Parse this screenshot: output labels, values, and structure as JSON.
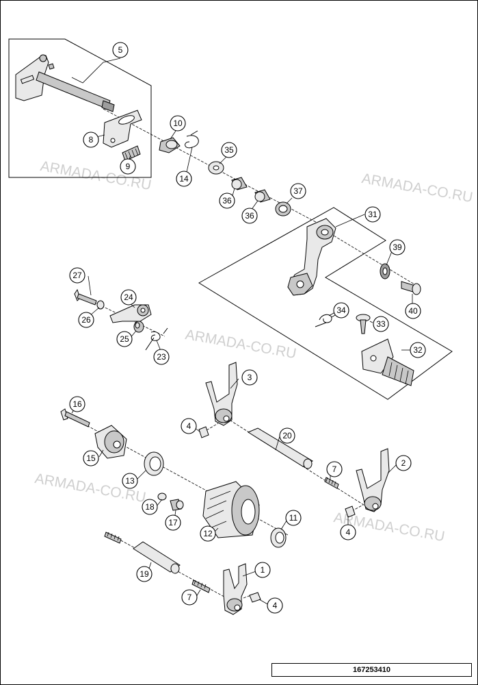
{
  "diagram": {
    "watermark": "ARMADA-CO.RU",
    "document_number": "167253410",
    "callouts": {
      "c1": "1",
      "c2": "2",
      "c3": "3",
      "c4a": "4",
      "c4b": "4",
      "c4c": "4",
      "c5": "5",
      "c7a": "7",
      "c7b": "7",
      "c8": "8",
      "c9": "9",
      "c10": "10",
      "c11": "11",
      "c12": "12",
      "c13": "13",
      "c14": "14",
      "c15": "15",
      "c16": "16",
      "c17": "17",
      "c18": "18",
      "c19": "19",
      "c20": "20",
      "c23": "23",
      "c24": "24",
      "c25": "25",
      "c26": "26",
      "c27": "27",
      "c31": "31",
      "c32": "32",
      "c33": "33",
      "c34": "34",
      "c35": "35",
      "c36a": "36",
      "c36b": "36",
      "c37": "37",
      "c39": "39",
      "c40": "40"
    }
  }
}
